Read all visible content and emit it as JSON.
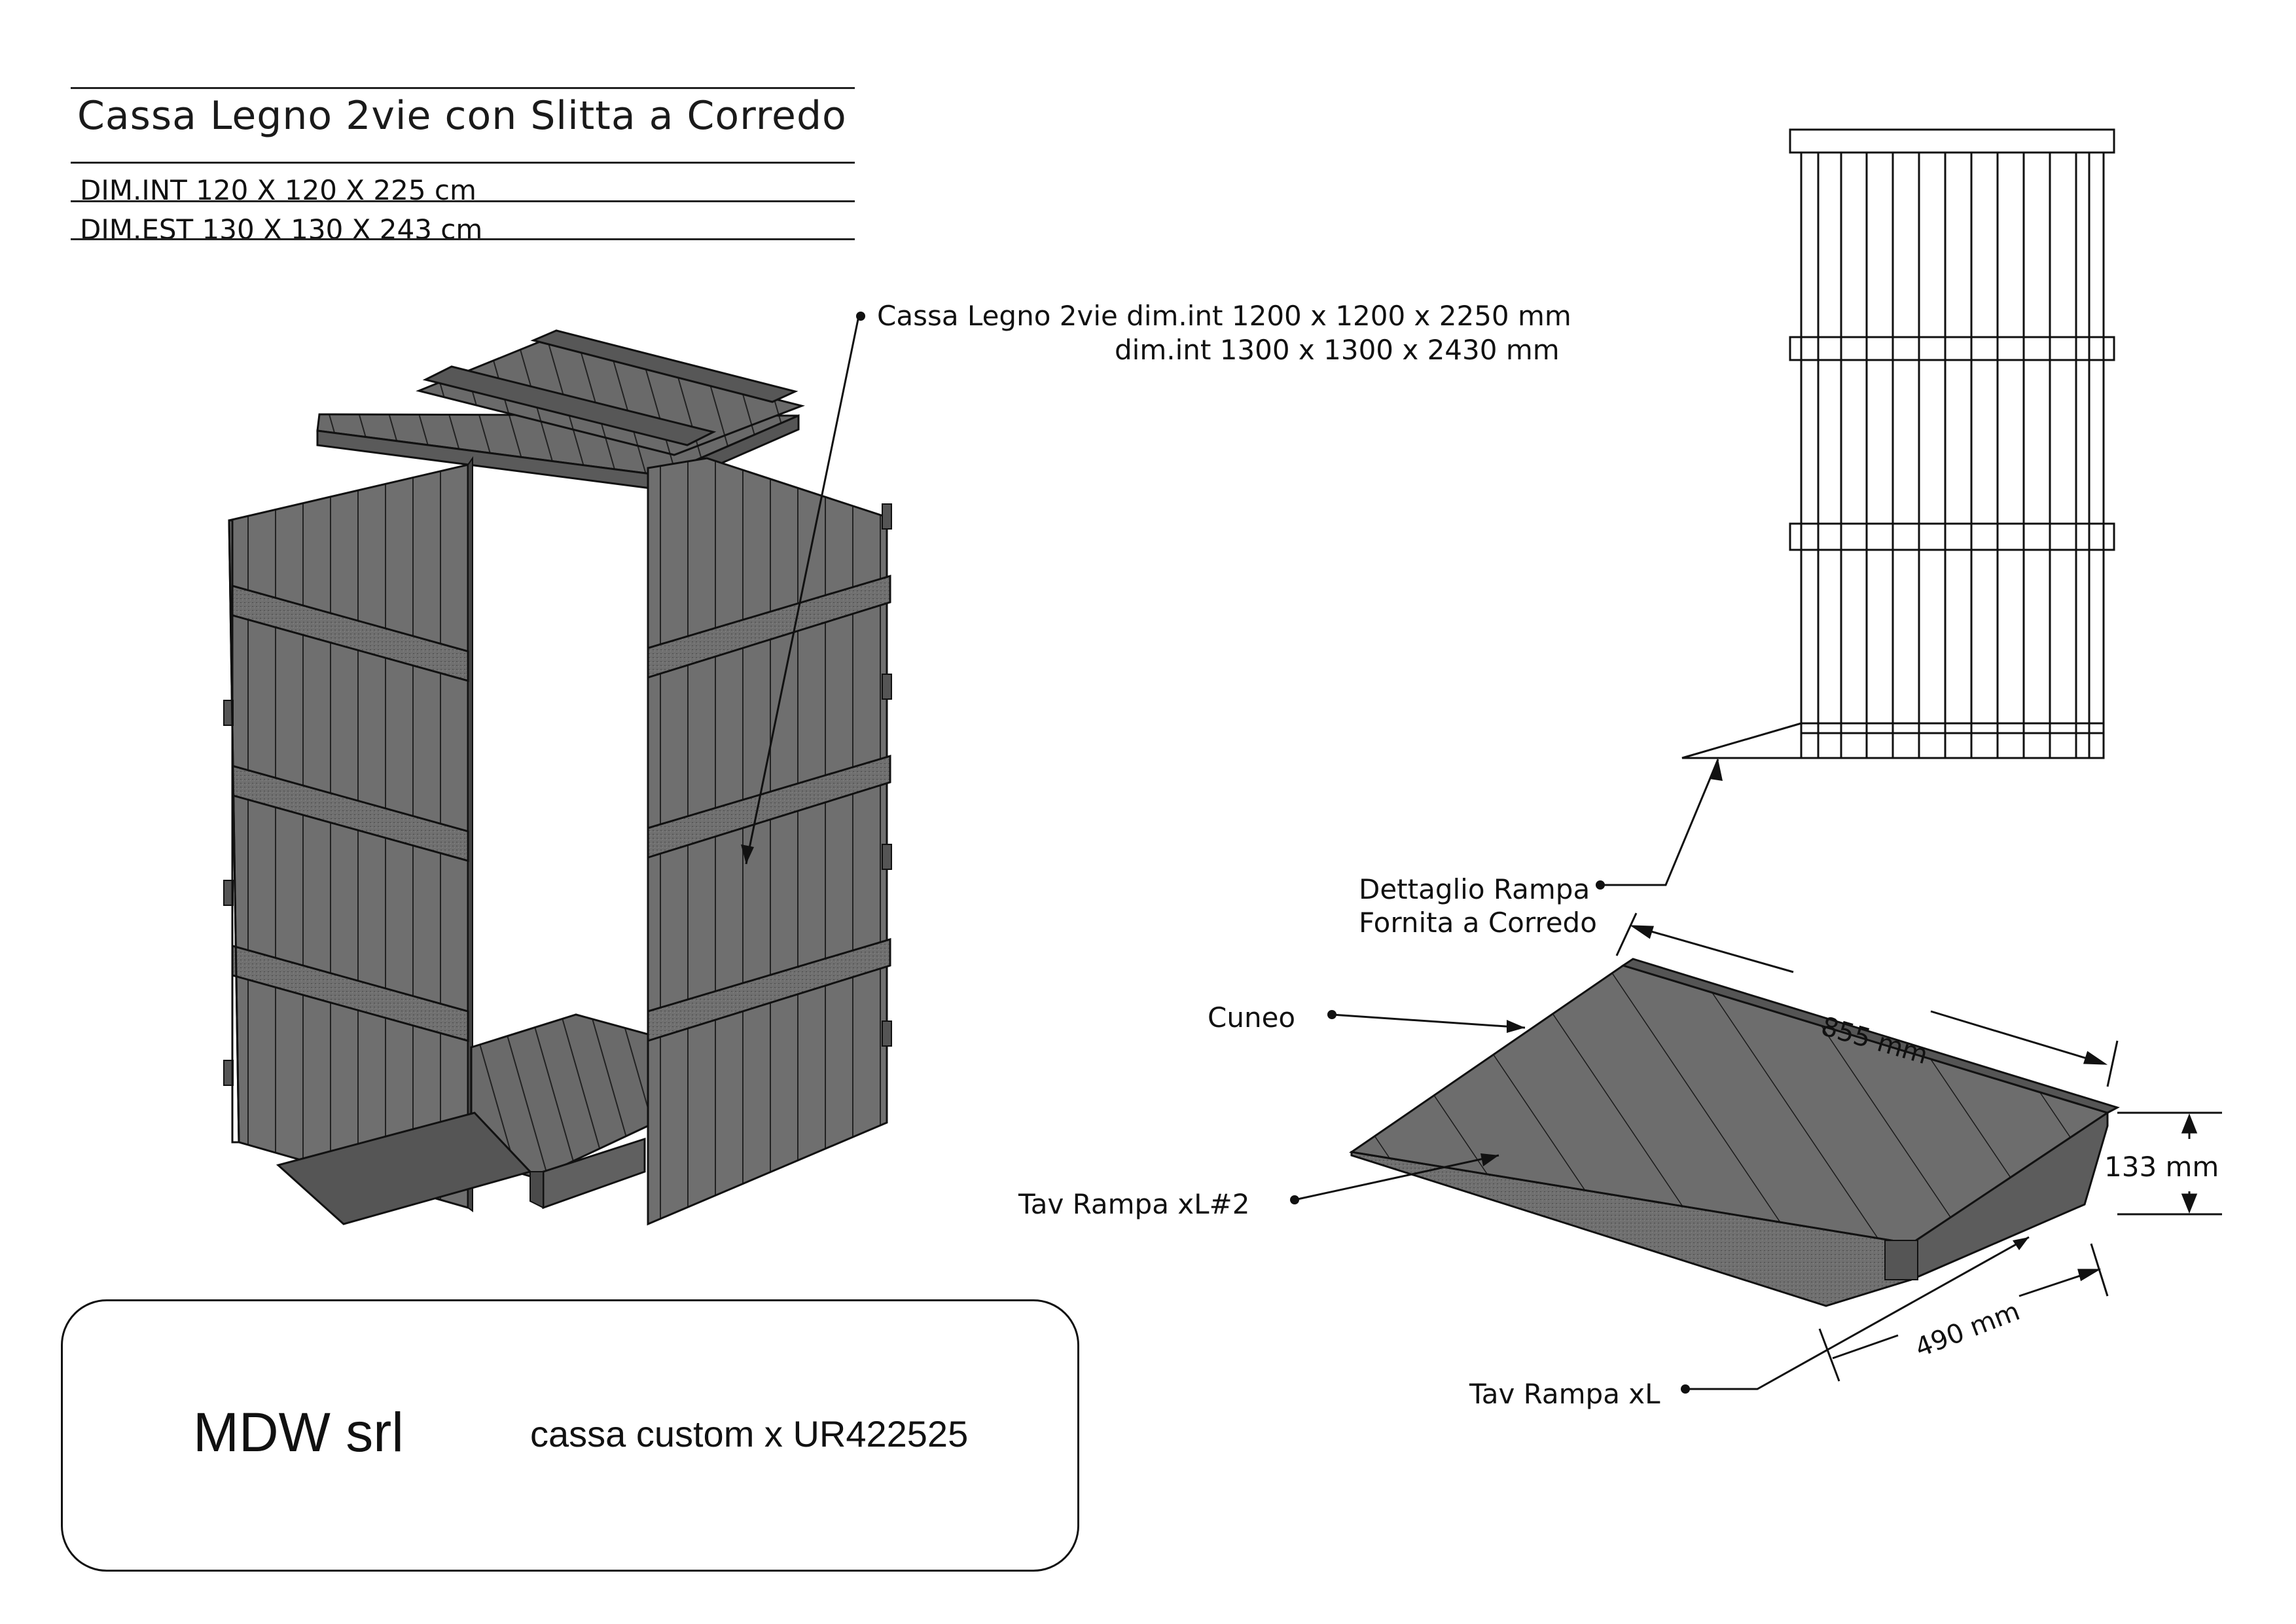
{
  "title_block": {
    "title": "Cassa Legno 2vie con Slitta a Corredo",
    "dim_int": "DIM.INT 120 X 120 X 225 cm",
    "dim_est": "DIM.EST 130 X 130 X 243 cm"
  },
  "labels": {
    "box_label_line1": "Cassa Legno 2vie dim.int 1200 x 1200 x 2250 mm",
    "box_label_line2": "dim.int 1300 x 1300 x 2430 mm",
    "ramp_detail_line1": "Dettaglio Rampa",
    "ramp_detail_line2": "Fornita a Corredo",
    "cuneo": "Cuneo",
    "tav_rampa_xl2": "Tav Rampa xL#2",
    "tav_rampa_xl": "Tav Rampa xL"
  },
  "dimensions": {
    "length": "855 mm",
    "height": "133 mm",
    "width": "490 mm"
  },
  "company": {
    "name": "MDW srl",
    "subtitle": "cassa custom x UR422525"
  },
  "colors": {
    "line": "#111111",
    "wood_fill": "#6f6f6f",
    "wood_dark": "#555555"
  }
}
